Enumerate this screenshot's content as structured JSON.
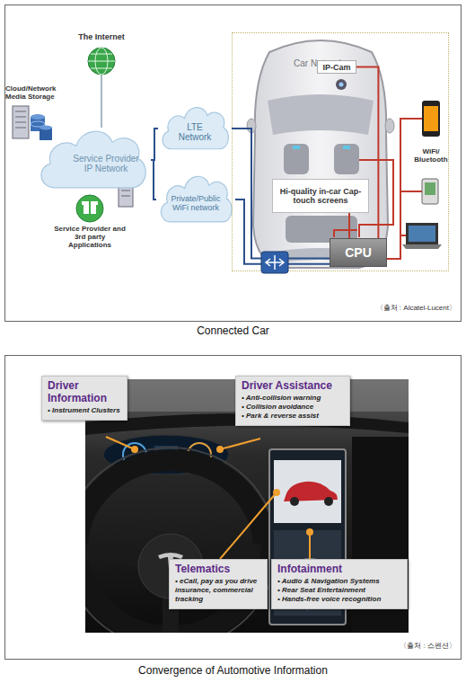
{
  "diagram": {
    "nodes": [
      {
        "text": [
          "Service Provider IP Network"
        ]
      },
      {
        "text": [
          "LTE Network"
        ]
      },
      {
        "text": [
          "Private/Public WiFi network"
        ]
      },
      {
        "text": [
          "Car Network"
        ]
      },
      {
        "text": [
          "IP-Cam"
        ],
        "in": 3
      },
      {
        "text": [
          "Hi-quality in-car Cap-touch screens"
        ],
        "in": 3
      },
      {
        "text": [
          "CPU"
        ],
        "in": 3
      },
      {
        "text": [
          "Driver Information",
          "• Instrument Clusters"
        ]
      },
      {
        "text": [
          "Driver Assistance",
          "• Anti-collision warning",
          "• Collision avoidance",
          "• Park & reverse assist"
        ]
      },
      {
        "text": [
          "Telematics",
          "• eCall, pay as you drive insurance, commercial tracking"
        ]
      },
      {
        "text": [
          "Infotainment",
          "• Audio & Navigation Systems",
          "• Rear Seat Entertainment",
          "• Hands-free voice recognition"
        ]
      }
    ],
    "edges": [
      {
        "from": 0,
        "to": 1,
        "arrow": "none"
      },
      {
        "from": 0,
        "to": 2,
        "arrow": "none"
      },
      {
        "from": 1,
        "to": 6,
        "arrow": "none"
      },
      {
        "from": 2,
        "to": 6,
        "arrow": "none"
      },
      {
        "from": 6,
        "to": 4,
        "arrow": "none"
      },
      {
        "from": 6,
        "to": 5,
        "arrow": "none"
      }
    ],
    "labels": [
      "The Internet",
      "Cloud/Network Media Storage",
      "Service Provider and 3rd party Applications",
      "WiFi/ Bluetooth",
      "〈출처 : Alcatel-Lucent〉",
      "Connected Car",
      "〈출처 : 스펜션〉",
      "Convergence of Automotive Information"
    ]
  }
}
